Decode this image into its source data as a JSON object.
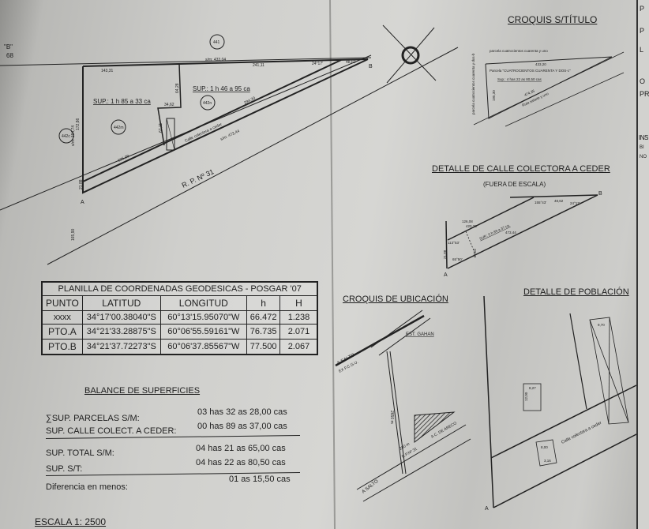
{
  "left_edge_labels": [
    "\"B\"",
    "68"
  ],
  "main_plan": {
    "parcels": [
      "441",
      "442n",
      "442m",
      "442c"
    ],
    "north_side": "s/m: 433,04",
    "seg_a": "143,31",
    "seg_b": "241,11",
    "angle_b": "24°17'",
    "seg_b_small": "48,62",
    "west_side": "s/m: 194,74",
    "west_inner": "172,86",
    "inner_vert": "64,28",
    "inner_horiz": "34,62",
    "inner_diag": "67,11",
    "sup_1": "SUP.: 1 h  85 a  33 ca",
    "sup_2": "SUP.: 1 h  46 a  95 ca",
    "diag_inner": "294,20",
    "diag_lower": "126,08",
    "south_side": "s/m: 473,44",
    "street_label": "Calle colectora a ceder",
    "road_label": "R. P. Nº 31",
    "point_a": "A",
    "point_b": "B",
    "misc_small": "21,88",
    "misc_dim": "165,90"
  },
  "croquis_titulo": {
    "title": "CROQUIS S/TÍTULO",
    "top_parcel": "parcela cuatrocientos cuarenta y uno",
    "top_dim": "433,20",
    "parcel_name": "Parcela \"CUATROCIENTOS CUARENTA Y DOS-c\"",
    "sup": "Sup.: 4 has 22 as 80,50 cas",
    "side_dim": "195,30",
    "diag_dim": "474,35",
    "road": "Ruta salarte y uno",
    "left_parcel": "parcela cuatrocientos cuarenta y dos-b"
  },
  "detalle_calle": {
    "title": "DETALLE DE CALLE COLECTORA A CEDER",
    "subtitle": "(FUERA DE ESCALA)",
    "d1": "126,08",
    "d2": "420,28",
    "d3": "48,62",
    "angle1": "155°43'",
    "angle2": "24°17'",
    "angle3": "113°53'",
    "angle4": "65°50'",
    "sup": "SUP.: 0 h 89 a 37 ca.",
    "d4": "473,44",
    "d5": "21,88",
    "d6": "20,00",
    "point_a": "A",
    "point_b": "B"
  },
  "coords_table": {
    "title": "PLANILLA DE COORDENADAS GEODESICAS - POSGAR '07",
    "headers": [
      "PUNTO",
      "LATITUD",
      "LONGITUD",
      "h",
      "H"
    ],
    "rows": [
      [
        "xxxx",
        "34°17'00.38040\"S",
        "60°13'15.95070\"W",
        "66.472",
        "1.238"
      ],
      [
        "PTO.A",
        "34°21'33.28875\"S",
        "60°06'55.59161\"W",
        "76.735",
        "2.071"
      ],
      [
        "PTO.B",
        "34°21'37.72273\"S",
        "60°06'37.85567\"W",
        "77.500",
        "2.067"
      ]
    ]
  },
  "balance": {
    "title": "BALANCE DE SUPERFICIES",
    "rows": [
      {
        "label": "∑SUP. PARCELAS S/M:",
        "value": "03 has  32 as  28,00 cas"
      },
      {
        "label": "SUP. CALLE COLECT. A CEDER:",
        "value": "00 has  89 as  37,00 cas"
      },
      {
        "label": "SUP. TOTAL S/M:",
        "value": "04 has  21 as  65,00 cas"
      },
      {
        "label": "SUP. S/T:",
        "value": "04 has  22 as  80,50 cas"
      },
      {
        "label": "Diferencia en menos:",
        "value": "01 as  15,50 cas"
      }
    ]
  },
  "scale": "ESCALA 1: 2500",
  "ubicacion": {
    "title": "CROQUIS DE UBICACIÓN",
    "station": "EST. GAHAN",
    "salto_top": "A SALTO",
    "railway": "EX F.C.G.U.",
    "distance": "2650 m",
    "distance2": "280 m",
    "road": "R.P.Nº 31",
    "areco": "A C. DE ARECO",
    "salto_bottom": "A SALTO"
  },
  "poblacion": {
    "title": "DETALLE DE POBLACIÓN",
    "street": "Calle colectora a ceder",
    "dims": [
      "9,70",
      "12,00",
      "8,27",
      "8,00",
      "3,16"
    ],
    "point_a": "A"
  },
  "right_panel_letters": [
    "P",
    "P",
    "L",
    "O",
    "PR",
    "INS",
    "BI",
    "NO"
  ]
}
